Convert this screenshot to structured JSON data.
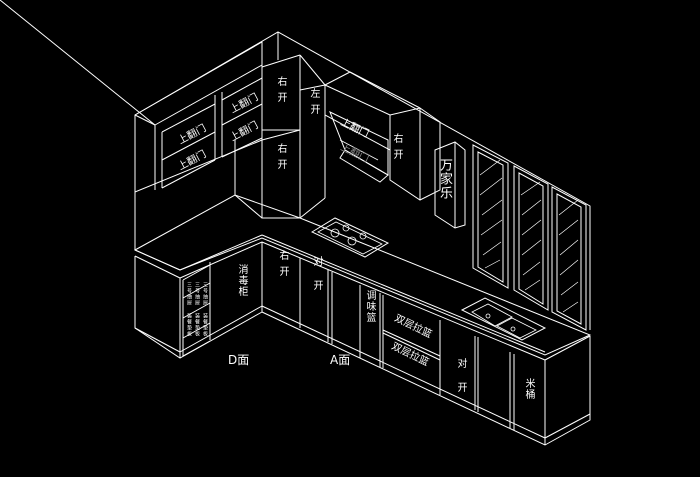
{
  "labels": {
    "upper_flip": "上翻门",
    "right_open": "右开",
    "left_open": "左开",
    "disinfection_cabinet": "消毒柜",
    "double_open": "对开",
    "seasoning_basket": "调味篮",
    "double_drawer_basket": "双层拉篮",
    "rice_bin": "米桶",
    "face_d": "D面",
    "face_a": "A面",
    "fridge_brand": "万家乐",
    "drawer_text": "三号抽屉 装餐垫板"
  },
  "colors": {
    "background": "#000000",
    "line": "#ffffff"
  }
}
